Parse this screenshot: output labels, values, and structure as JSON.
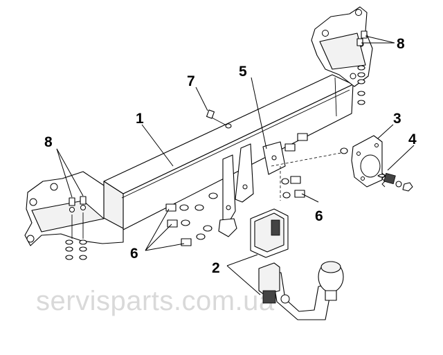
{
  "diagram": {
    "callouts": [
      {
        "id": "c1",
        "label": "1"
      },
      {
        "id": "c2",
        "label": "2"
      },
      {
        "id": "c3",
        "label": "3"
      },
      {
        "id": "c4",
        "label": "4"
      },
      {
        "id": "c5",
        "label": "5"
      },
      {
        "id": "c6a",
        "label": "6"
      },
      {
        "id": "c6b",
        "label": "6"
      },
      {
        "id": "c7",
        "label": "7"
      },
      {
        "id": "c8a",
        "label": "8"
      },
      {
        "id": "c8b",
        "label": "8"
      }
    ],
    "watermark": "servisparts.com.ua"
  }
}
